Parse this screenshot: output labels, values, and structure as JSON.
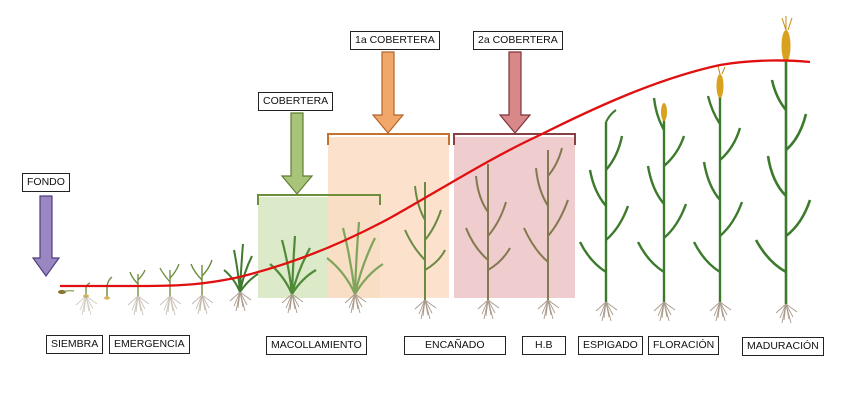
{
  "fertilization": {
    "fondo": "FONDO",
    "cobertera": "COBERTERA",
    "cobertera_1": "1a COBERTERA",
    "cobertera_2": "2a COBERTERA"
  },
  "stages": {
    "siembra": "SIEMBRA",
    "emergencia": "EMERGENCIA",
    "macollamiento": "MACOLLAMIENTO",
    "encanado": "ENCAÑADO",
    "hb": "H.B",
    "espigado": "ESPIGADO",
    "floracion": "FLORACIÓN",
    "maduracion": "MADURACIÓN"
  },
  "colors": {
    "growth_curve": "#e01010",
    "fondo_arrow": "#9b86c4",
    "cobertera_arrow": "#a8c47a",
    "cobertera_zone": "#d6e6bf",
    "cobertera_1_arrow": "#f1a66a",
    "cobertera_1_zone": "#fbdcc4",
    "cobertera_2_arrow": "#d9888a",
    "cobertera_2_zone": "#ecc3c6",
    "plant_green": "#3c7a2c",
    "ear_gold": "#d9a21e",
    "roots": "#a89a8a"
  }
}
